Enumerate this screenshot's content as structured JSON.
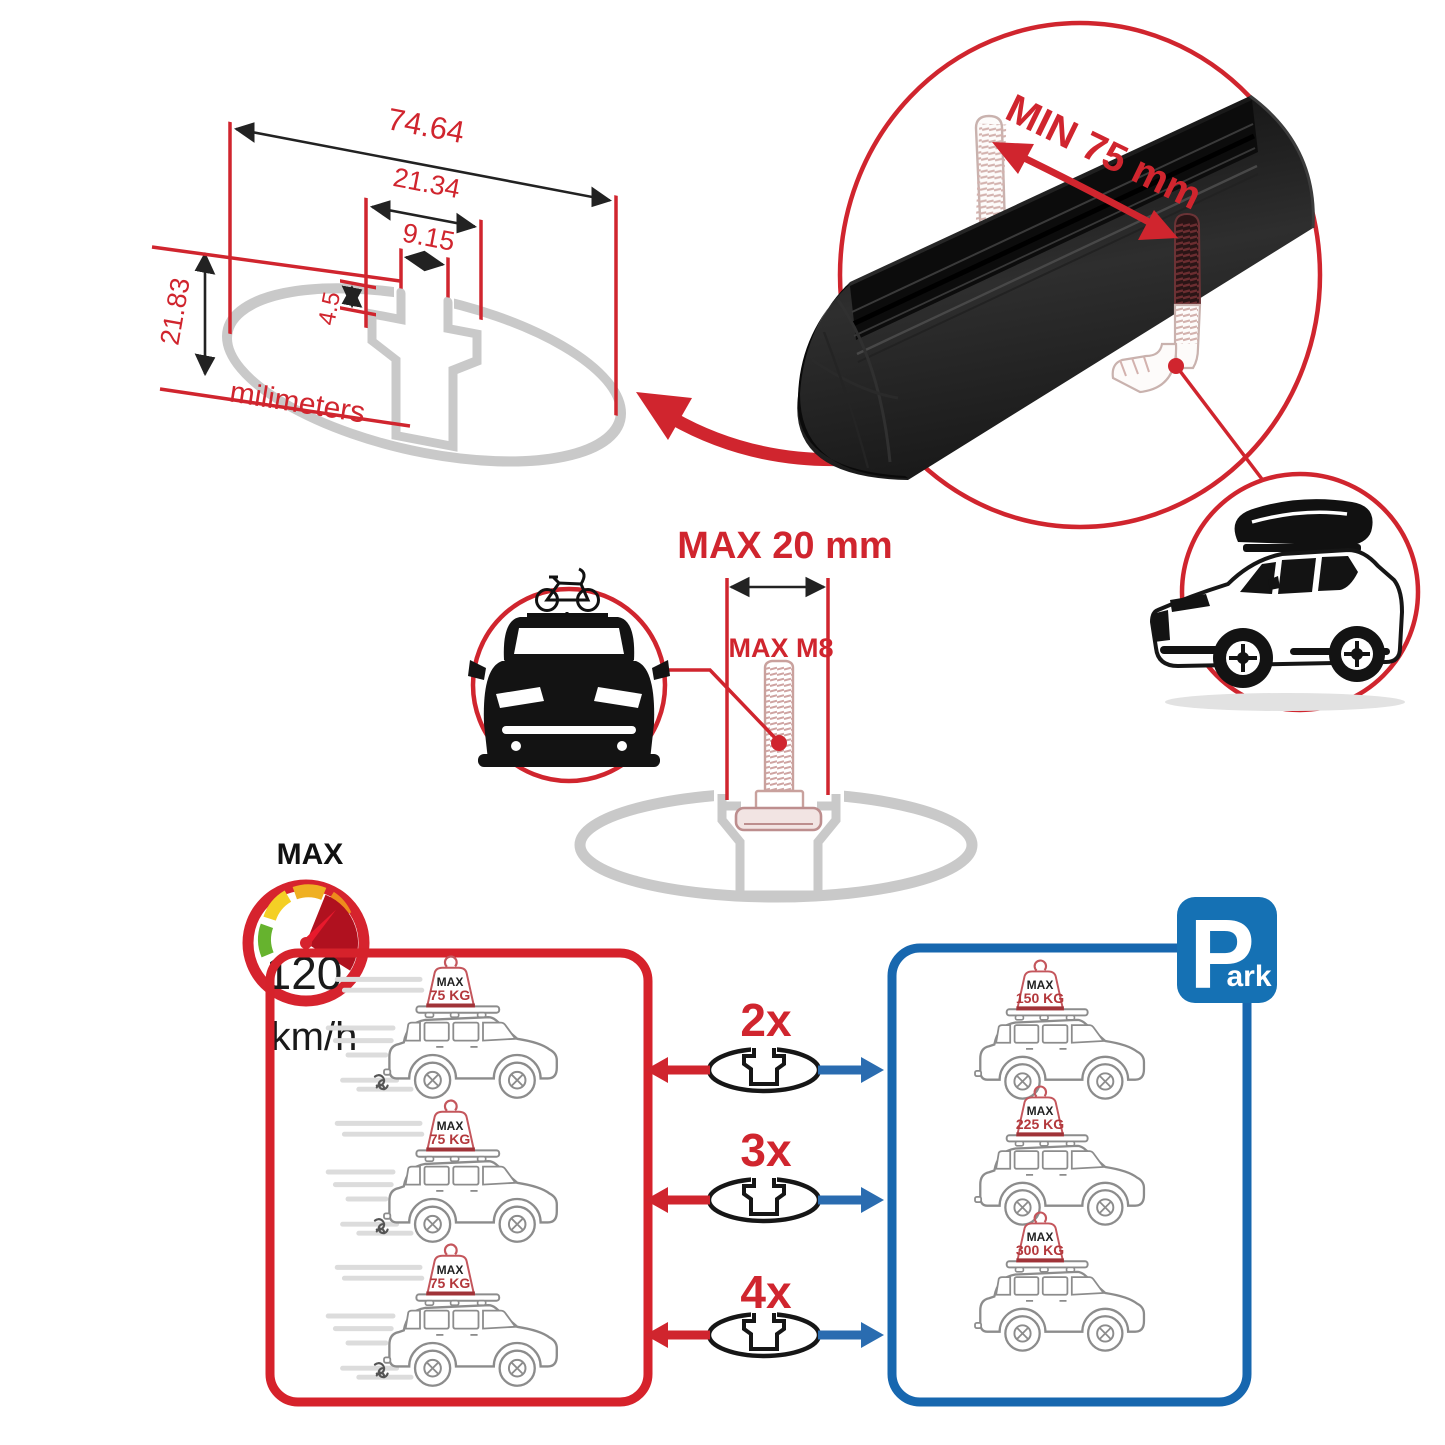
{
  "profile_dimensions": {
    "total_width": "74.64",
    "channel_width": "21.34",
    "mouth_width": "9.15",
    "mouth_depth": "4.5",
    "total_height": "21.83",
    "units": "milimeters"
  },
  "clamp_note": {
    "min_span": "MIN 75 mm"
  },
  "bolt_note": {
    "max_protrusion": "MAX 20 mm",
    "max_thread": "MAX M8"
  },
  "speed_limit": {
    "label": "MAX",
    "value": "120",
    "units": "km/h"
  },
  "crossbar_counts": [
    "2x",
    "3x",
    "4x"
  ],
  "driving_box": {
    "cars": [
      {
        "label": "MAX",
        "weight": "75 KG"
      },
      {
        "label": "MAX",
        "weight": "75 KG"
      },
      {
        "label": "MAX",
        "weight": "75 KG"
      }
    ]
  },
  "parking_box": {
    "sign": {
      "letter": "P",
      "suffix": "ark"
    },
    "cars": [
      {
        "label": "MAX",
        "weight": "150 KG"
      },
      {
        "label": "MAX",
        "weight": "225 KG"
      },
      {
        "label": "MAX",
        "weight": "300 KG"
      }
    ]
  },
  "colors": {
    "red": "#d0252e",
    "dark_red": "#a81220",
    "blue": "#1767af",
    "profile_gray": "#c9c9c9",
    "car_gray": "#8c8c8c"
  }
}
